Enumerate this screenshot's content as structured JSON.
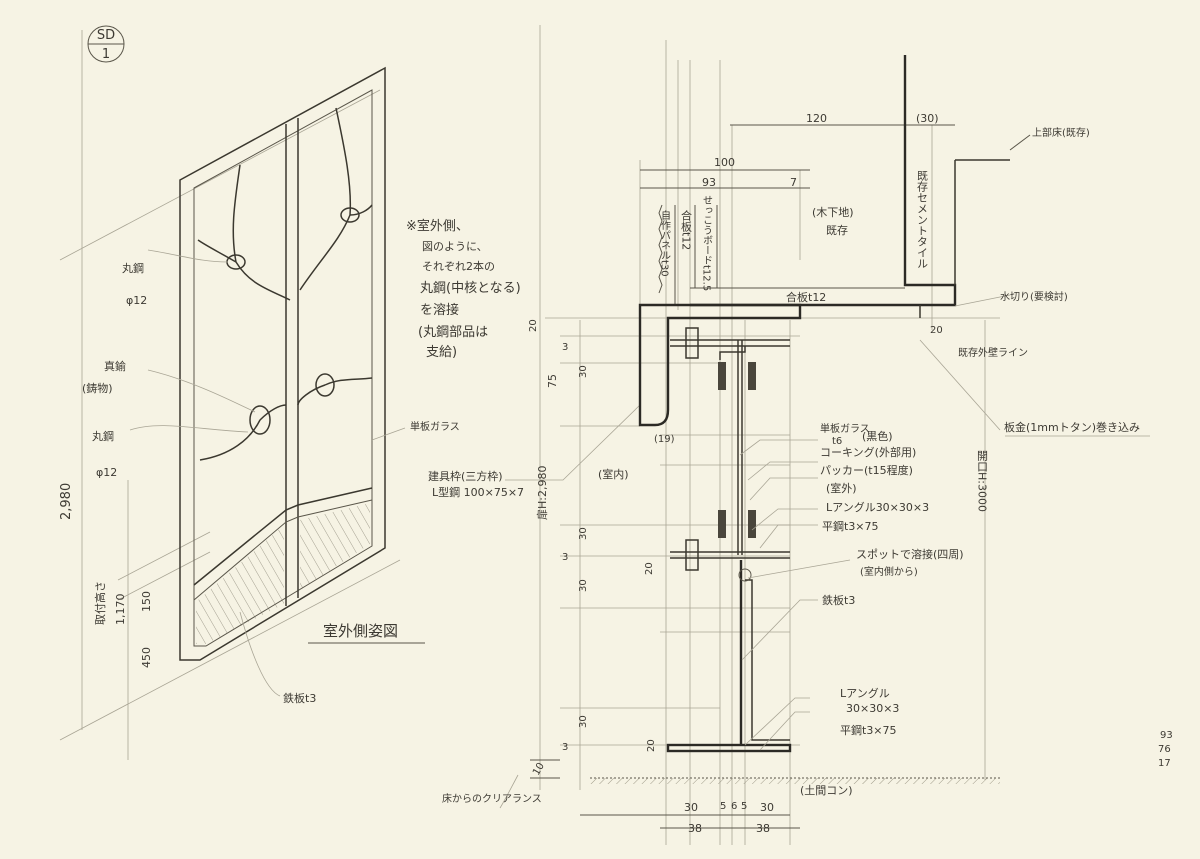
{
  "sheet": {
    "label_top": "SD",
    "label_bottom": "1",
    "date_lines": [
      "93",
      "76",
      "17"
    ]
  },
  "perspective": {
    "title": "室外側姿図",
    "note_lines": [
      "※室外側、",
      "図のように、",
      "それぞれ2本の",
      "丸鋼(中核となる)",
      "を溶接",
      "(丸鋼部品は",
      "支給)"
    ],
    "label_round_steel_top": [
      "丸鋼",
      "φ12"
    ],
    "label_round_steel_bottom": [
      "丸鋼",
      "φ12"
    ],
    "label_casting": [
      "真鍮",
      "(鋳物)"
    ],
    "label_single_glass": "単板ガラス",
    "label_steel_plate": "鉄板t3",
    "dim_height": "2,980",
    "dim_handrail_label": "取付高さ",
    "dim_handrail": "1,170",
    "dim_150": "150",
    "dim_450": "450"
  },
  "section": {
    "frame_note": [
      "建具枠(三方枠)",
      "L型鋼 100×75×7"
    ],
    "dim_120": "120",
    "dim_30_top": "(30)",
    "dim_100": "100",
    "dim_93": "93",
    "dim_7": "7",
    "dim_20_top": "20",
    "dim_20_right": "20",
    "dim_75": "75",
    "dim_30_a": "30",
    "dim_3_a": "3",
    "dim_19": "(19)",
    "dim_30_b": "30",
    "dim_3_b": "3",
    "dim_30_c": "30",
    "dim_20_mid": "20",
    "dim_30_d": "30",
    "dim_3_c": "3",
    "dim_20_bot": "20",
    "dim_10": "10",
    "floor_height": "扉H:2,980",
    "opening_height": "開口H:3000",
    "bottom_dims_top": [
      "30",
      "5",
      "6",
      "5",
      "30"
    ],
    "bottom_dims_bottom": [
      "38",
      "38"
    ],
    "labels": {
      "panel": "自作パネルt30",
      "plywood_v": "合板t12",
      "gypsum": "せっこうボードt12.5",
      "existing_wood": [
        "(木下地)",
        "既存"
      ],
      "existing_tile": "既存セメントタイル",
      "plywood_h": "合板t12",
      "upper_floor": "上部床(既存)",
      "drip": "水切り(要検討)",
      "exterior_wall_line": "既存外壁ライン",
      "sheet_metal": "板金(1mmトタン)巻き込み",
      "interior": "(室内)",
      "exterior": "(室外)",
      "glass": [
        "単板ガラス",
        "t6"
      ],
      "caulking_color": "(黒色)",
      "caulking": "コーキング(外部用)",
      "packer": "パッカー(t15程度)",
      "angle_top": "Lアングル30×30×3",
      "flat_bar_top": "平鋼t3×75",
      "spot_weld": "スポットで溶接(四周)",
      "spot_weld_sub": "(室内側から)",
      "steel_plate": "鉄板t3",
      "angle_bottom": [
        "Lアングル",
        "30×30×3"
      ],
      "flat_bar_bottom": "平鋼t3×75",
      "floor": "(土間コン)",
      "clearance": "床からのクリアランス"
    }
  }
}
